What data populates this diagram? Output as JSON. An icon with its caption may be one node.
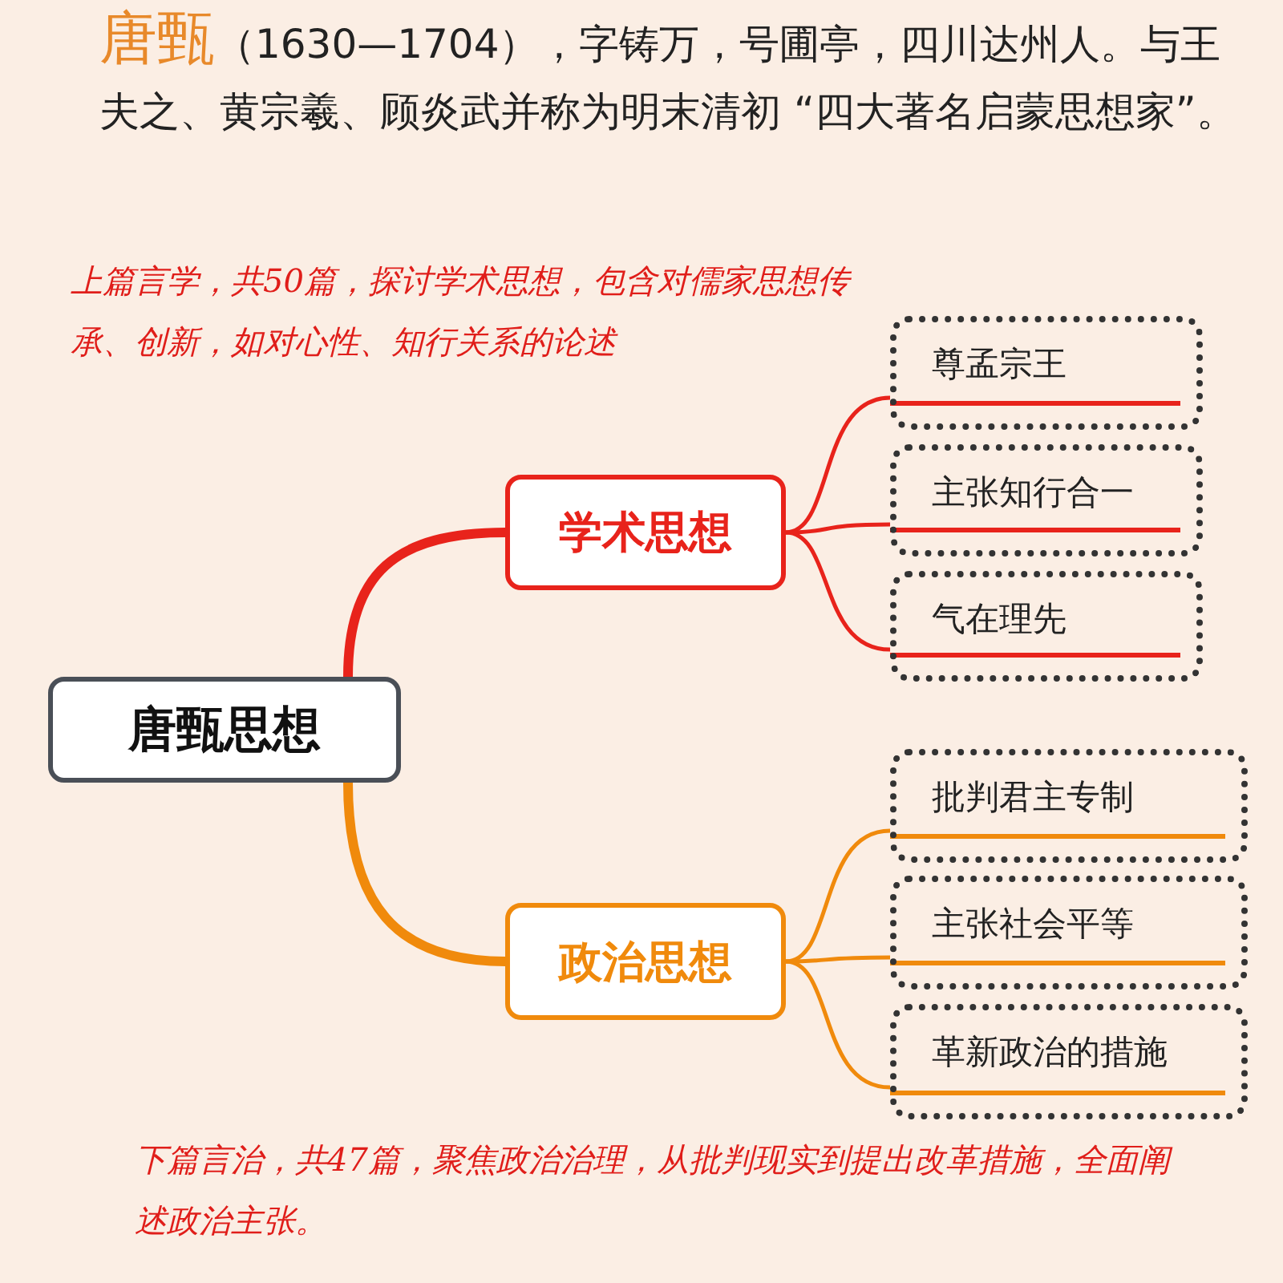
{
  "diagram": {
    "nodes": [
      {
        "text": [
          "唐甄思想"
        ]
      },
      {
        "text": [
          "学术思想"
        ]
      },
      {
        "text": [
          "尊孟宗王"
        ]
      },
      {
        "text": [
          "主张知行合一"
        ]
      },
      {
        "text": [
          "气在理先"
        ]
      },
      {
        "text": [
          "政治思想"
        ]
      },
      {
        "text": [
          "批判君主专制"
        ]
      },
      {
        "text": [
          "主张社会平等"
        ]
      },
      {
        "text": [
          "革新政治的措施"
        ]
      }
    ],
    "edges": [
      {
        "from": 0,
        "to": 1,
        "arrow": "none",
        "style": "thick",
        "color": "#e8231b"
      },
      {
        "from": 1,
        "to": 2,
        "arrow": "none",
        "color": "#e8231b"
      },
      {
        "from": 1,
        "to": 3,
        "arrow": "none",
        "color": "#e8231b"
      },
      {
        "from": 1,
        "to": 4,
        "arrow": "none",
        "color": "#e8231b"
      },
      {
        "from": 0,
        "to": 5,
        "arrow": "none",
        "style": "thick",
        "color": "#f08a0c"
      },
      {
        "from": 5,
        "to": 6,
        "arrow": "none",
        "color": "#f08a0c"
      },
      {
        "from": 5,
        "to": 7,
        "arrow": "none",
        "color": "#f08a0c"
      },
      {
        "from": 5,
        "to": 8,
        "arrow": "none",
        "color": "#f08a0c"
      }
    ],
    "labels": [
      "**唐甄**（1630—1704），字铸万，号圃亭，四川达州人。与王夫之、黄宗羲、顾炎武并称为明末清初 “四大著名启蒙思想家”。",
      "上篇言学，共50篇，探讨学术思想，包含对儒家思想传承、创新，如对心性、知行关系的论述",
      "下篇言治，共47篇，聚焦政治治理，从批判现实到提出改革措施，全面阐述政治主张。"
    ]
  }
}
